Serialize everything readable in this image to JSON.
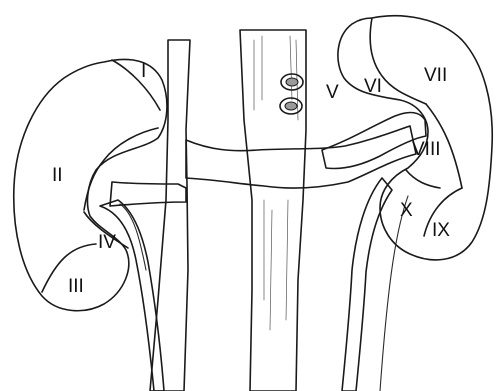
{
  "figure": {
    "segments": [
      {
        "id": "I",
        "label": "I"
      },
      {
        "id": "II",
        "label": "II"
      },
      {
        "id": "III",
        "label": "III"
      },
      {
        "id": "IV",
        "label": "IV"
      },
      {
        "id": "V",
        "label": "V"
      },
      {
        "id": "VI",
        "label": "VI"
      },
      {
        "id": "VII",
        "label": "VII"
      },
      {
        "id": "VIII",
        "label": "VIII"
      },
      {
        "id": "IX",
        "label": "IX"
      },
      {
        "id": "X",
        "label": "X"
      }
    ]
  },
  "colors": {
    "line": "#1a1a1a",
    "cortex_shade": "#bdbdbd",
    "vessel_fill": "#ffffff"
  }
}
